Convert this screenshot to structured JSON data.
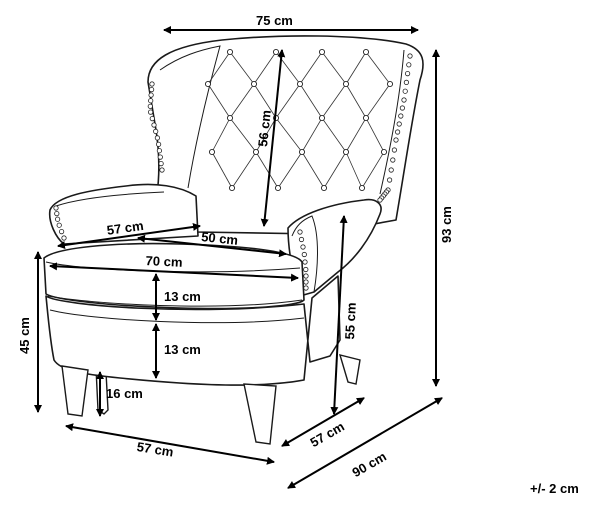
{
  "dimensions": {
    "top_width": "75 cm",
    "back_height": "56 cm",
    "total_height": "93 cm",
    "arm_depth": "57 cm",
    "seat_width": "50 cm",
    "cushion_width": "70 cm",
    "cushion_thickness": "13 cm",
    "base_thickness": "13 cm",
    "seat_height": "45 cm",
    "leg_height": "16 cm",
    "arm_height": "55 cm",
    "front_width": "57 cm",
    "side_depth": "57 cm",
    "overall_depth": "90 cm"
  },
  "tolerance": "+/- 2 cm",
  "colors": {
    "line": "#1a1a1a",
    "background": "#ffffff"
  }
}
